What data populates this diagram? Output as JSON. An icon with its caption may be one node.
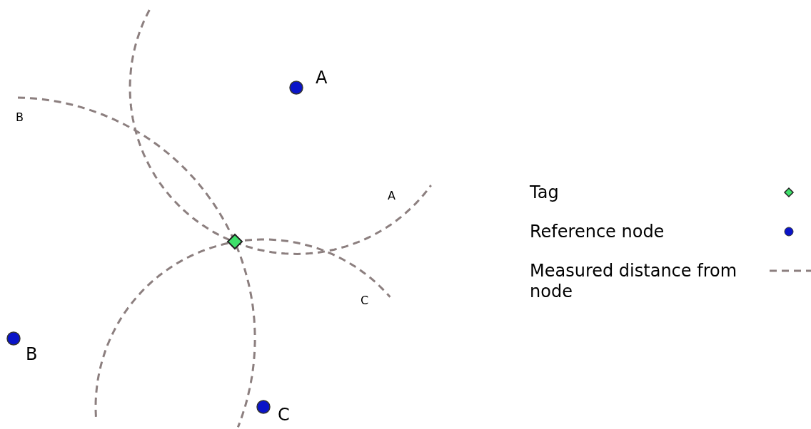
{
  "diagram": {
    "nodes": [
      {
        "text": [
          "A"
        ]
      },
      {
        "text": [],
        "shape": "diamond"
      },
      {
        "text": [
          "B"
        ]
      },
      {
        "text": [
          "C"
        ]
      }
    ],
    "labels": [
      "B",
      "A",
      "C"
    ],
    "legend": [
      {
        "text": "Tag"
      },
      {
        "text": "Reference node"
      },
      {
        "text": "Measured distance from node"
      }
    ]
  }
}
